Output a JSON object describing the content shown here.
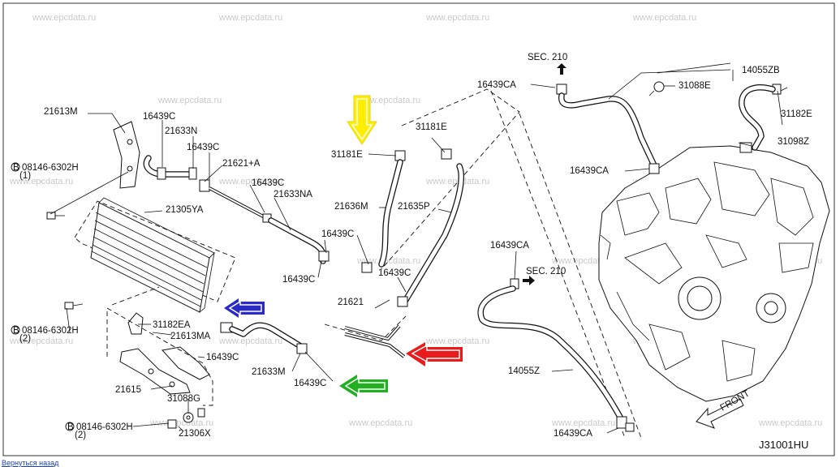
{
  "watermark": "www.epcdata.ru",
  "diagram_code": "J31001HU",
  "footer_link": "Вернуться назад",
  "front_label": "FRONT",
  "labels": {
    "p21613M": "21613M",
    "p16439C_a": "16439C",
    "p21633N": "21633N",
    "p16439C_b": "16439C",
    "p21621A": "21621+A",
    "p16439C_c": "16439C",
    "p21633NA": "21633NA",
    "bolt1": "08146-6302H",
    "bolt1_qty": "(1)",
    "p21305YA": "21305YA",
    "p16439C_d": "16439C",
    "p16439C_e": "16439C",
    "p21621": "21621",
    "p31182EA": "31182EA",
    "p21613MA": "21613MA",
    "p16439C_f": "16439C",
    "bolt2": "08146-6302H",
    "bolt2_qty": "(2)",
    "p21615": "21615",
    "p21633M": "21633M",
    "p16439C_g": "16439C",
    "p31088G": "31088G",
    "bolt3": "08146-6302H",
    "bolt3_qty": "(2)",
    "p21306X": "21306X",
    "p31181E_a": "31181E",
    "p31181E_b": "31181E",
    "p21636M": "21636M",
    "p21635P": "21635P",
    "p16439C_h": "16439C",
    "sec_top": "SEC. 210",
    "p16439CA_a": "16439CA",
    "p31088E": "31088E",
    "p14055ZB": "14055ZB",
    "p31182E": "31182E",
    "p31098Z": "31098Z",
    "p16439CA_b": "16439CA",
    "p16439CA_c": "16439CA",
    "sec_mid": "SEC. 210",
    "p14055Z": "14055Z",
    "p16439CA_d": "16439CA"
  },
  "arrow_colors": {
    "yellow": "#ffee00",
    "blue": "#2a2ac8",
    "red": "#e81c1c",
    "green": "#22b022"
  }
}
